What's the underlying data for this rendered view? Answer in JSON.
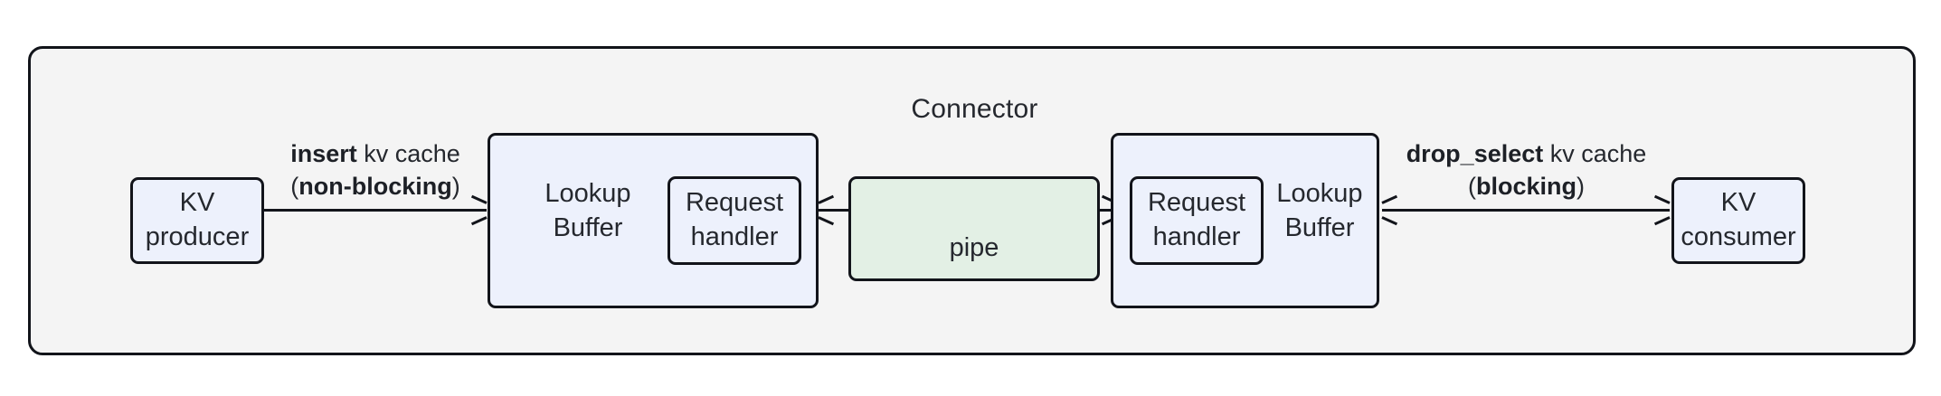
{
  "diagram": {
    "title": "Connector",
    "nodes": {
      "kv_producer": {
        "label": "KV\nproducer"
      },
      "kv_consumer": {
        "label": "KV\nconsumer"
      },
      "lookup_buffer_left": {
        "label": "Lookup\nBuffer"
      },
      "lookup_buffer_right": {
        "label": "Lookup\nBuffer"
      },
      "request_handler_left": {
        "label": "Request\nhandler"
      },
      "request_handler_right": {
        "label": "Request\nhandler"
      },
      "pipe": {
        "label": "pipe"
      }
    },
    "edges": {
      "insert": {
        "op": "insert",
        "object": " kv cache",
        "mode_open": "(",
        "mode": "non-blocking",
        "mode_close": ")"
      },
      "drop_select": {
        "op": "drop_select",
        "object": " kv cache",
        "mode_open": "(",
        "mode": "blocking",
        "mode_close": ")"
      }
    },
    "colors": {
      "container_fill": "#f4f4f4",
      "node_fill_blue": "#edf1fc",
      "node_fill_green": "#e3f0e5",
      "stroke": "#12141a",
      "text": "#25282e"
    }
  }
}
